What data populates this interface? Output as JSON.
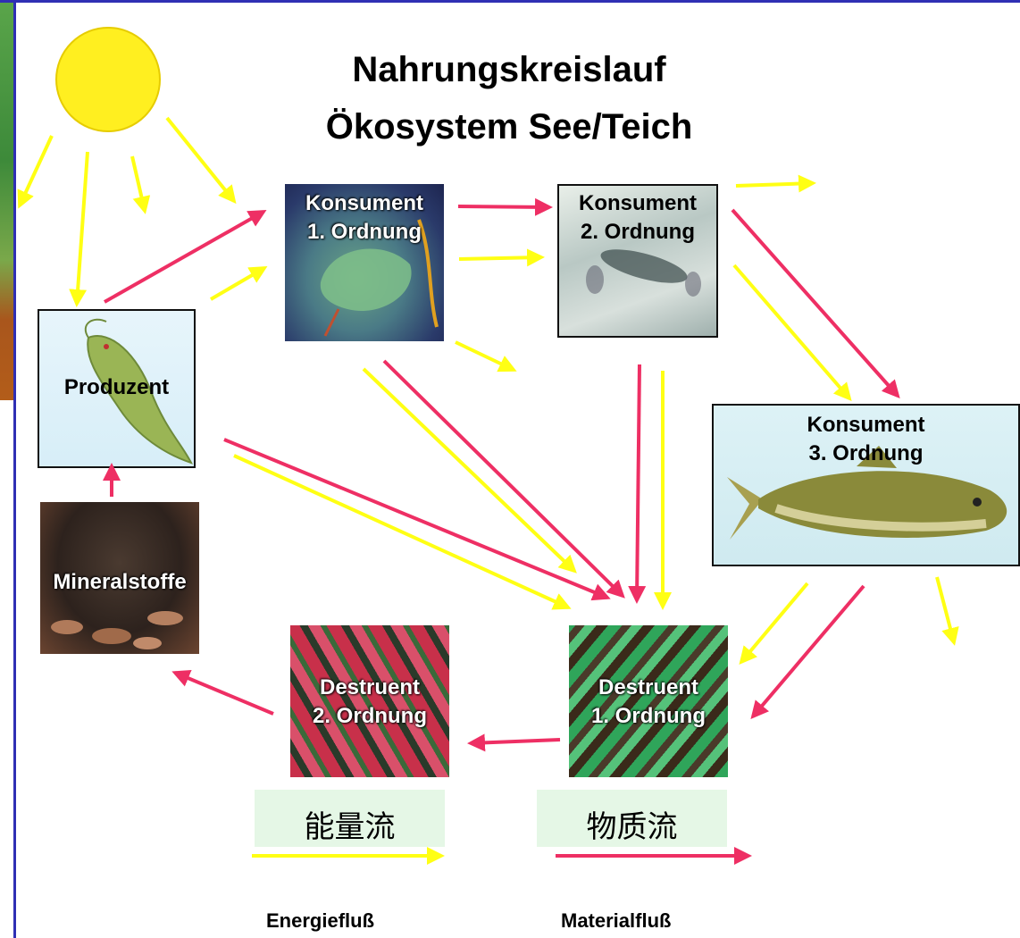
{
  "title": "Nahrungskreislauf",
  "subtitle": "Ökosystem See/Teich",
  "nodes": {
    "consumer1": {
      "line1": "Konsument",
      "line2": "1. Ordnung"
    },
    "consumer2": {
      "line1": "Konsument",
      "line2": "2. Ordnung"
    },
    "consumer3": {
      "line1": "Konsument",
      "line2": "3. Ordnung"
    },
    "producer": {
      "label": "Produzent"
    },
    "minerals": {
      "label": "Mineralstoffe"
    },
    "decomposer2": {
      "line1": "Destruent",
      "line2": "2. Ordnung"
    },
    "decomposer1": {
      "line1": "Destruent",
      "line2": "1. Ordnung"
    }
  },
  "legend": {
    "energy_cn": "能量流",
    "energy_de": "Energiefluß",
    "material_cn": "物质流",
    "material_de": "Materialfluß"
  },
  "colors": {
    "energy_flow": "#ffff14",
    "material_flow": "#ee2f64",
    "frame": "#2f2fb4",
    "sun": "#ffef20"
  }
}
